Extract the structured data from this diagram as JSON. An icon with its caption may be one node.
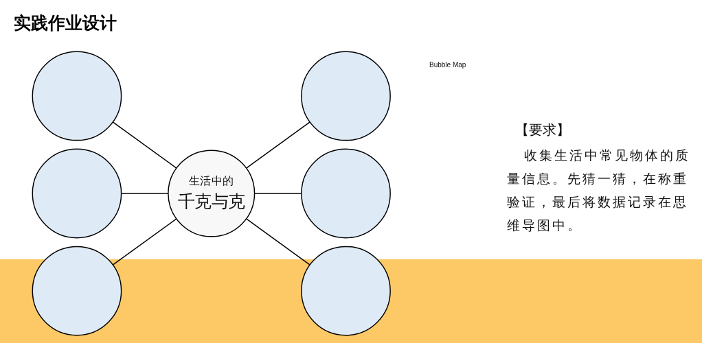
{
  "diagram": {
    "title": "实践作业设计",
    "nodes": [
      {
        "text": [
          "生活中的",
          "千克与克"
        ]
      },
      {
        "text": [],
        "shape": "ellipse"
      },
      {
        "text": [],
        "shape": "ellipse"
      },
      {
        "text": [],
        "shape": "ellipse"
      },
      {
        "text": [],
        "shape": "ellipse"
      },
      {
        "text": [],
        "shape": "ellipse"
      },
      {
        "text": [],
        "shape": "ellipse"
      }
    ],
    "edges": [
      {
        "from": 1,
        "to": 0,
        "arrow": "none"
      },
      {
        "from": 0,
        "to": 2,
        "arrow": "none"
      },
      {
        "from": 3,
        "to": 0,
        "arrow": "none"
      },
      {
        "from": 0,
        "to": 4,
        "arrow": "none"
      },
      {
        "from": 5,
        "to": 0,
        "arrow": "none"
      },
      {
        "from": 0,
        "to": 6,
        "arrow": "none"
      }
    ],
    "labels": [
      "Bubble Map",
      "【要求】",
      "收集生活中常见物体的质量信息。先猜一猜，在称重验证，最后将数据记录在思维导图中。"
    ]
  }
}
